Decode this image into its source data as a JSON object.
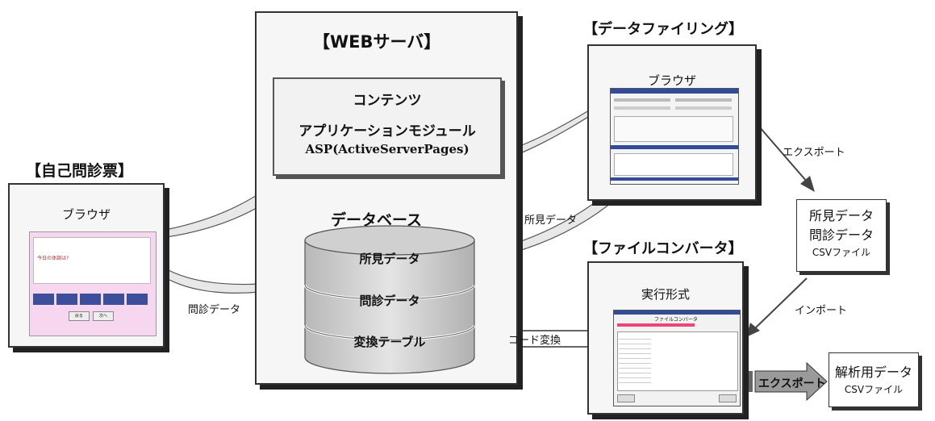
{
  "web_server": {
    "title": "【WEBサーバ】",
    "contents_title": "コンテンツ",
    "app_module": "アプリケーションモジュール",
    "asp": "ASP(ActiveServerPages)",
    "database_title": "データベース",
    "db_layers": [
      "所見データ",
      "問診データ",
      "変換テーブル"
    ]
  },
  "self_questionnaire": {
    "title": "【自己問診票】",
    "browser_label": "ブラウザ",
    "question_text": "今日の体調は?",
    "buttons": [
      "",
      "",
      "",
      "",
      ""
    ],
    "nav_buttons": [
      "戻る",
      "次へ"
    ]
  },
  "data_filing": {
    "title": "【データファイリング】",
    "browser_label": "ブラウザ"
  },
  "file_converter": {
    "title": "【ファイルコンバータ】",
    "exec_label": "実行形式",
    "window_title": "ファイルコンバータ"
  },
  "arrows": {
    "export_top": "エクスポート",
    "findings_data": "所見データ",
    "interview_data": "問診データ",
    "import": "インポート",
    "code_convert": "コード変換",
    "export_bottom": "エクスポート"
  },
  "csv_doc": {
    "line1": "所見データ",
    "line2": "問診データ",
    "line3": "CSVファイル"
  },
  "analysis_doc": {
    "line1": "解析用データ",
    "line2": "CSVファイル"
  }
}
